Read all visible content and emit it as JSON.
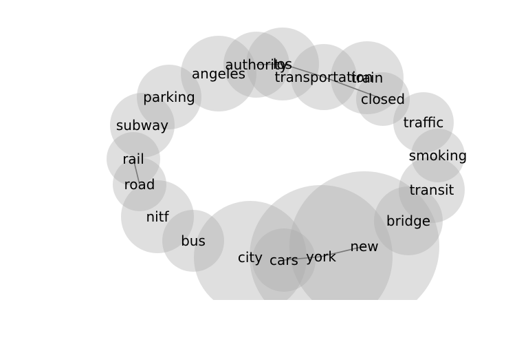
{
  "colors": {
    "bubble": "#aaaaaa",
    "edge": "#777777",
    "text": "#000000"
  },
  "nodes": [
    {
      "id": "new",
      "label": "new",
      "weight": 1.0
    },
    {
      "id": "york",
      "label": "york",
      "weight": 0.95
    },
    {
      "id": "city",
      "label": "city",
      "weight": 0.75
    },
    {
      "id": "cars",
      "label": "cars",
      "weight": 0.42
    },
    {
      "id": "bus",
      "label": "bus",
      "weight": 0.4
    },
    {
      "id": "nitf",
      "label": "nitf",
      "weight": 0.46
    },
    {
      "id": "road",
      "label": "road",
      "weight": 0.34
    },
    {
      "id": "rail",
      "label": "rail",
      "weight": 0.34
    },
    {
      "id": "subway",
      "label": "subway",
      "weight": 0.42
    },
    {
      "id": "parking",
      "label": "parking",
      "weight": 0.42
    },
    {
      "id": "angeles",
      "label": "angeles",
      "weight": 0.5
    },
    {
      "id": "authority",
      "label": "authority",
      "weight": 0.43
    },
    {
      "id": "los",
      "label": "los",
      "weight": 0.46
    },
    {
      "id": "transportation",
      "label": "transportation",
      "weight": 0.43
    },
    {
      "id": "train",
      "label": "train",
      "weight": 0.48
    },
    {
      "id": "closed",
      "label": "closed",
      "weight": 0.34
    },
    {
      "id": "traffic",
      "label": "traffic",
      "weight": 0.39
    },
    {
      "id": "smoking",
      "label": "smoking",
      "weight": 0.34
    },
    {
      "id": "transit",
      "label": "transit",
      "weight": 0.42
    },
    {
      "id": "bridge",
      "label": "bridge",
      "weight": 0.44
    }
  ],
  "edges": [
    [
      "new",
      "york"
    ],
    [
      "york",
      "cars"
    ],
    [
      "rail",
      "road"
    ],
    [
      "authority",
      "los"
    ],
    [
      "los",
      "transportation"
    ],
    [
      "transportation",
      "closed"
    ]
  ]
}
